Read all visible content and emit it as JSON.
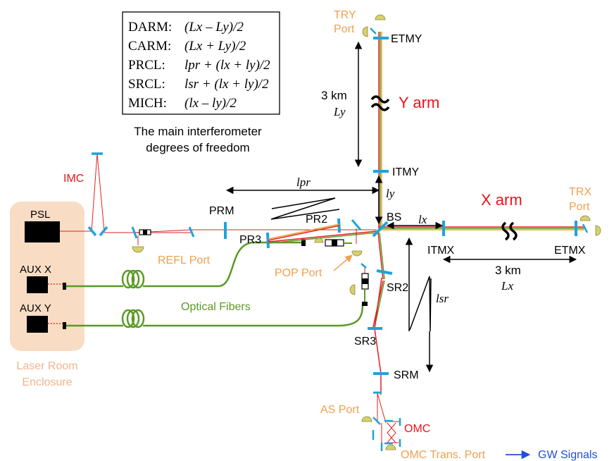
{
  "dof_box": {
    "rows": [
      {
        "name": "DARM:",
        "expr": "(Lx – Ly)/2"
      },
      {
        "name": "CARM:",
        "expr": "(Lx + Ly)/2"
      },
      {
        "name": "PRCL:",
        "expr": "lpr + (lx + ly)/2"
      },
      {
        "name": "SRCL:",
        "expr": "lsr + (lx + ly)/2"
      },
      {
        "name": "MICH:",
        "expr": "(lx – ly)/2"
      }
    ],
    "caption_line1": "The main interferometer",
    "caption_line2": "degrees of freedom"
  },
  "ports": {
    "try_line1": "TRY",
    "try_line2": "Port",
    "trx_line1": "TRX",
    "trx_line2": "Port",
    "refl": "REFL Port",
    "pop": "POP Port",
    "as": "AS Port",
    "omc_trans": "OMC Trans. Port"
  },
  "optics": {
    "etmy": "ETMY",
    "itmy": "ITMY",
    "etmx": "ETMX",
    "itmx": "ITMX",
    "bs": "BS",
    "prm": "PRM",
    "pr2": "PR2",
    "pr3": "PR3",
    "sr2": "SR2",
    "sr3": "SR3",
    "srm": "SRM",
    "imc": "IMC",
    "omc": "OMC"
  },
  "arms": {
    "y_arm": "Y arm",
    "x_arm": "X arm",
    "y_length": "3 km",
    "x_length": "3 km",
    "y_symbol": "Ly",
    "x_symbol": "Lx"
  },
  "lengths": {
    "lpr": "lpr",
    "ly": "ly",
    "lx": "lx",
    "lsr": "lsr"
  },
  "laser_room": {
    "psl": "PSL",
    "aux_x": "AUX X",
    "aux_y": "AUX Y",
    "enclosure_line1": "Laser Room",
    "enclosure_line2": "Enclosure"
  },
  "fibers": {
    "label": "Optical Fibers"
  },
  "output": {
    "gw_signals": "GW Signals"
  },
  "colors": {
    "mirror": "#1fa2dc",
    "port_text": "#f0a050",
    "red_text": "#e8141c",
    "fiber_green": "#5a9a24",
    "enclosure_fill": "#f8dcc4",
    "enclosure_text": "#f2b48c",
    "gw_blue": "#1f4fd8",
    "beam_red": "#e02020",
    "detector": "#d8d070"
  }
}
